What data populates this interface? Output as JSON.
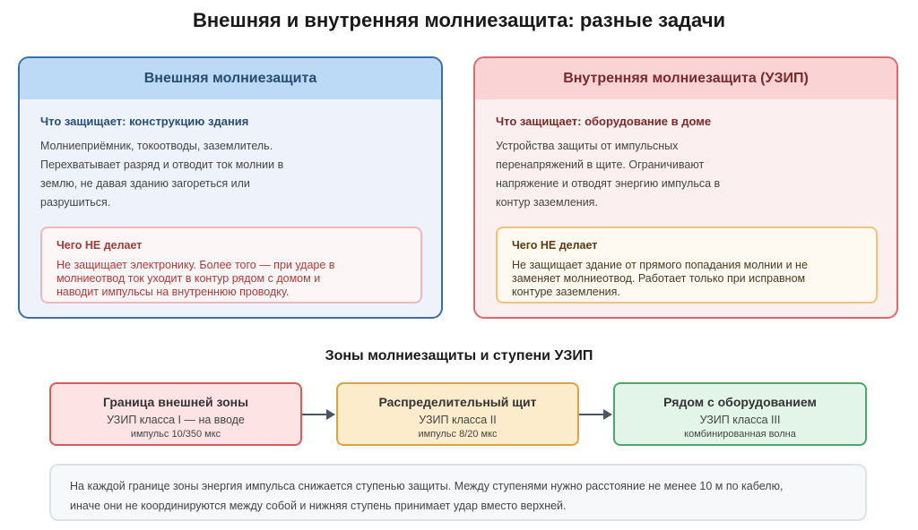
{
  "title": "Внешняя и внутренняя молниезащита: разные задачи",
  "external": {
    "header": "Внешняя молниезащита",
    "subtitle": "Что защищает: конструкцию здания",
    "description": "Молниеприёмник, токоотводы, заземлитель. Перехватывает разряд и отводит ток молнии в землю, не давая зданию загореться или разрушиться.",
    "warning_title": "Чего НЕ делает",
    "warning_text": "Не защищает электронику. Более того — при ударе в молниеотвод ток уходит в контур рядом с домом и наводит импульсы на внутреннюю проводку."
  },
  "internal": {
    "header": "Внутренняя молниезащита (УЗИП)",
    "subtitle": "Что защищает: оборудование в доме",
    "description": "Устройства защиты от импульсных перенапряжений в щите. Ограничивают напряжение и отводят энергию импульса в контур заземления.",
    "warning_title": "Чего НЕ делает",
    "warning_text": "Не защищает здание от прямого попадания молнии и не заменяет молниеотвод. Работает только при исправном контуре заземления."
  },
  "zones": {
    "title": "Зоны молниезащиты и ступени УЗИП",
    "items": [
      {
        "title": "Граница внешней зоны",
        "class": "УЗИП класса I — на вводе",
        "note": "импульс 10/350 мкс"
      },
      {
        "title": "Распределительный щит",
        "class": "УЗИП класса II",
        "note": "импульс 8/20 мкс"
      },
      {
        "title": "Рядом с оборудованием",
        "class": "УЗИП класса III",
        "note": "комбинированная волна"
      }
    ]
  },
  "note": "На каждой границе зоны энергия импульса снижается ступенью защиты. Между ступенями нужно расстояние не менее 10 м по кабелю, иначе они не координируются между собой и нижняя ступень принимает удар вместо верхней.",
  "colors": {
    "external_accent": "#3c6fa3",
    "internal_accent": "#d96b6b",
    "zone1": "#d95c5c",
    "zone2": "#d9a441",
    "zone3": "#4ea66a",
    "arrow": "#4a5566"
  }
}
